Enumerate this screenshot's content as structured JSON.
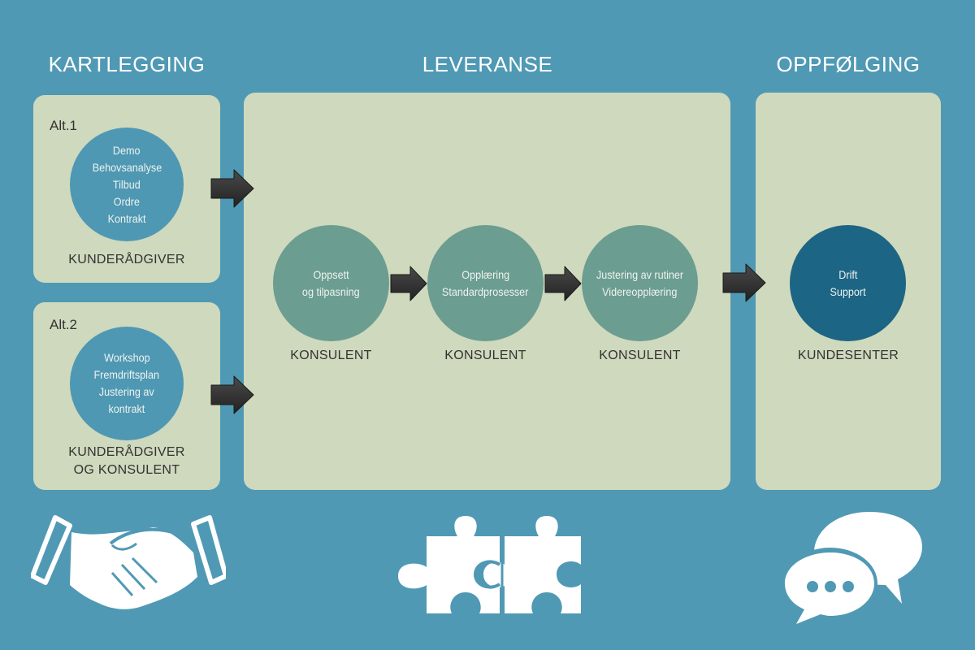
{
  "colors": {
    "background": "#5099b4",
    "panel": "#cfd9bd",
    "circle_blue": "#4f98b4",
    "circle_teal": "#6c9d91",
    "circle_dark": "#1d6584",
    "arrow": "#333333"
  },
  "phases": [
    {
      "title": "KARTLEGGING",
      "alternatives": [
        {
          "label": "Alt.1",
          "items": [
            "Demo",
            "Behovsanalyse",
            "Tilbud",
            "Ordre",
            "Kontrakt"
          ],
          "role_lines": [
            "KUNDERÅDGIVER"
          ]
        },
        {
          "label": "Alt.2",
          "items": [
            "Workshop",
            "Fremdriftsplan",
            "Justering av",
            "kontrakt"
          ],
          "role_lines": [
            "KUNDERÅDGIVER",
            "OG KONSULENT"
          ]
        }
      ],
      "icon": "handshake-icon"
    },
    {
      "title": "LEVERANSE",
      "steps": [
        {
          "items": [
            "Oppsett",
            "og tilpasning"
          ],
          "role": "KONSULENT"
        },
        {
          "items": [
            "Opplæring",
            "Standardprosesser"
          ],
          "role": "KONSULENT"
        },
        {
          "items": [
            "Justering av rutiner",
            "Videreopplæring"
          ],
          "role": "KONSULENT"
        }
      ],
      "icon": "puzzle-icon"
    },
    {
      "title": "OPPFØLGING",
      "steps": [
        {
          "items": [
            "Drift",
            "Support"
          ],
          "role": "KUNDESENTER"
        }
      ],
      "icon": "chat-bubbles-icon"
    }
  ]
}
